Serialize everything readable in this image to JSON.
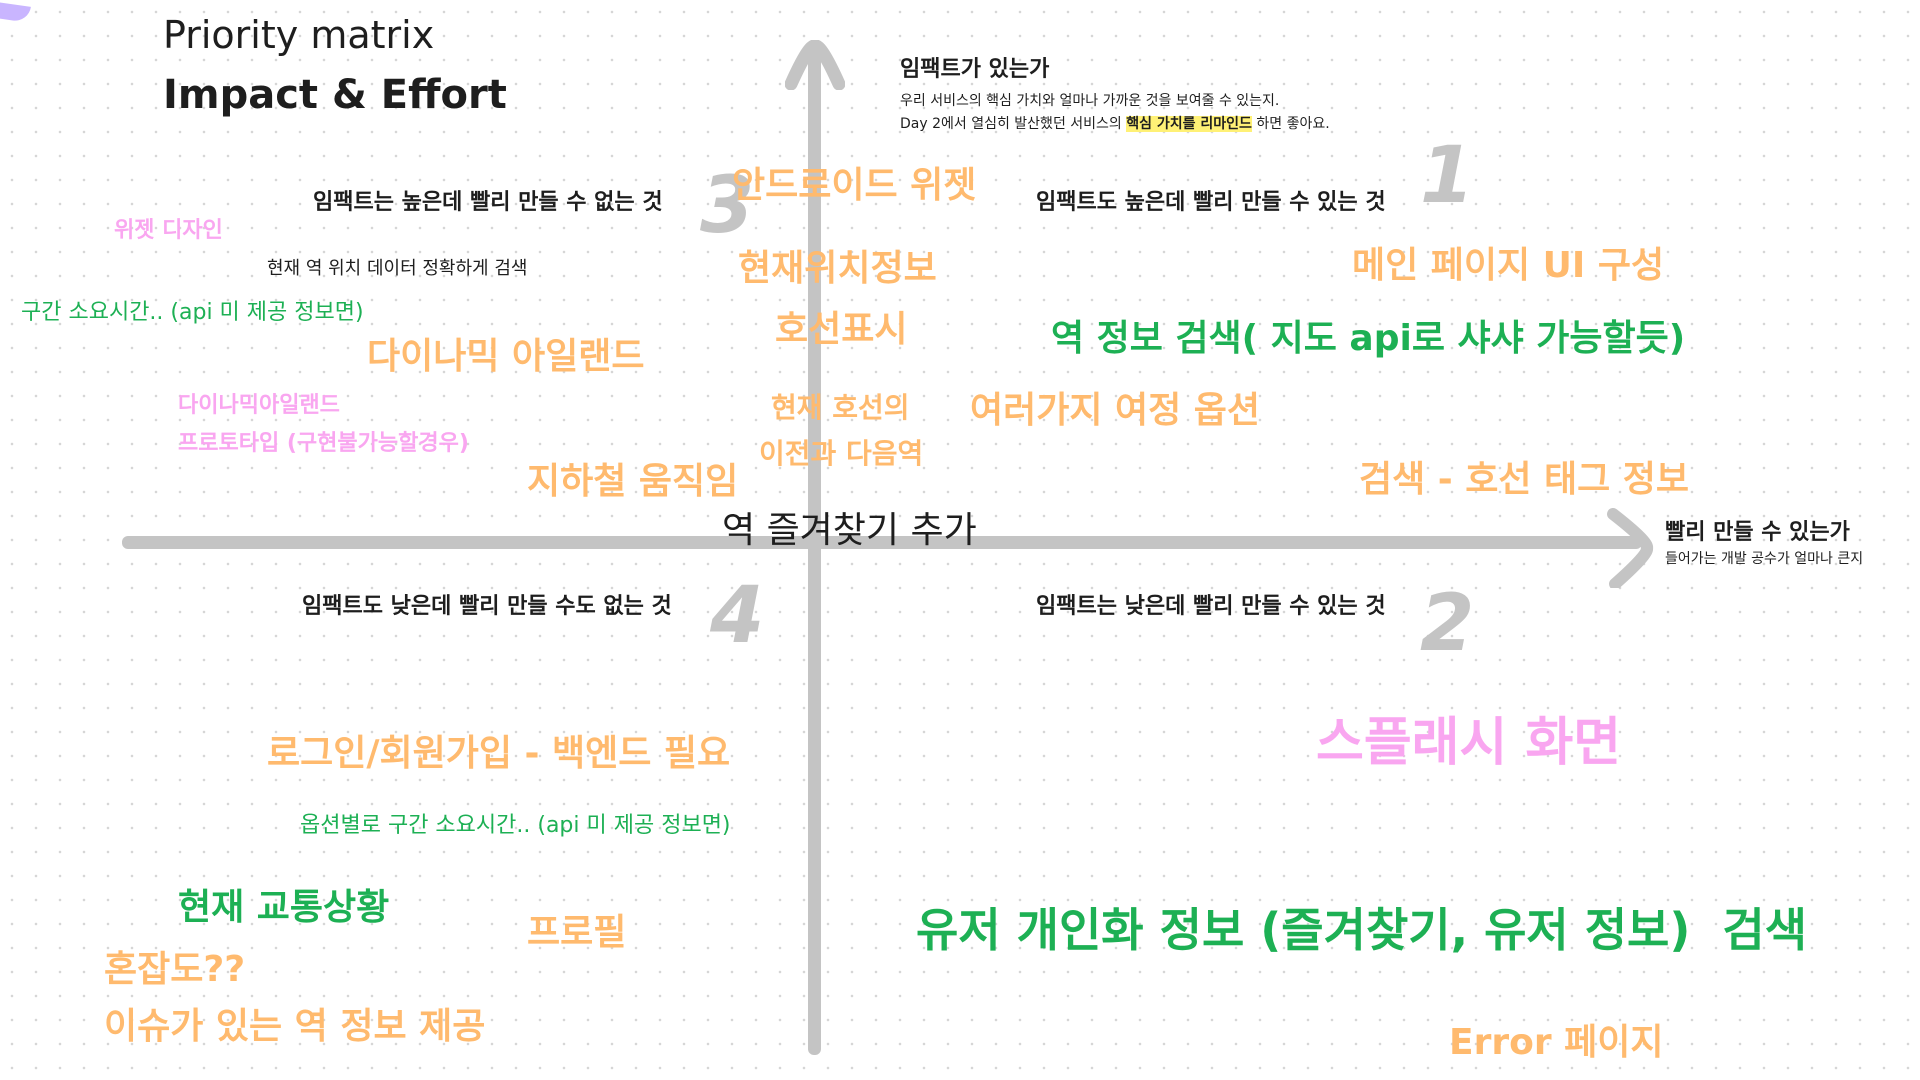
{
  "title": {
    "line1": "Priority matrix",
    "line2": "Impact & Effort"
  },
  "y_axis": {
    "title": "임팩트가 있는가",
    "desc1": "우리 서비스의 핵심 가치와 얼마나 가까운 것을 보여줄 수 있는지.",
    "desc2_pre": "Day 2에서 열심히 발산했던 서비스의 ",
    "desc2_highlight": "핵심 가치를 리마인드",
    "desc2_post": " 하면 좋아요."
  },
  "x_axis": {
    "title": "빨리 만들 수 있는가",
    "desc": "들어가는 개발 공수가 얼마나 큰지"
  },
  "quadrants": [
    {
      "number": "1",
      "label": "임팩트도 높은데 빨리 만들 수 있는 것"
    },
    {
      "number": "2",
      "label": "임팩트는 낮은데 빨리 만들 수 있는 것"
    },
    {
      "number": "3",
      "label": "임팩트는 높은데 빨리 만들 수 없는 것"
    },
    {
      "number": "4",
      "label": "임팩트도 낮은데 빨리 만들 수도 없는 것"
    }
  ],
  "colors": {
    "orange": "#FFBA6E",
    "green": "#1DB054",
    "pink": "#F9A6F0",
    "axis": "#C4C4C4",
    "highlight": "#FFF176"
  },
  "items": [
    {
      "text": "위젯 디자인",
      "color": "pink"
    },
    {
      "text": "현재 역 위치 데이터 정확하게 검색",
      "color": "black"
    },
    {
      "text": "구간 소요시간.. (api 미 제공 정보면)",
      "color": "green"
    },
    {
      "text": "다이나믹 아일랜드",
      "color": "orange"
    },
    {
      "text": "다이나믹아일랜드",
      "color": "pink"
    },
    {
      "text": "프로토타입 (구현불가능할경우)",
      "color": "pink"
    },
    {
      "text": "지하철 움직임",
      "color": "orange"
    },
    {
      "text": "안드로이드 위젯",
      "color": "orange"
    },
    {
      "text": "현재위치정보",
      "color": "orange"
    },
    {
      "text": "호선표시",
      "color": "orange"
    },
    {
      "text": "현재 호선의",
      "color": "orange"
    },
    {
      "text": "이전과 다음역",
      "color": "orange"
    },
    {
      "text": "여러가지 여정 옵션",
      "color": "orange"
    },
    {
      "text": "역 즐겨찾기 추가",
      "color": "black"
    },
    {
      "text": "메인 페이지 UI 구성",
      "color": "orange"
    },
    {
      "text": "역 정보 검색( 지도 api로 샤샤 가능할듯)",
      "color": "green"
    },
    {
      "text": "검색 - 호선 태그 정보",
      "color": "orange"
    },
    {
      "text": "로그인/회원가입 - 백엔드 필요",
      "color": "orange"
    },
    {
      "text": "옵션별로 구간 소요시간.. (api 미 제공 정보면)",
      "color": "green"
    },
    {
      "text": "현재 교통상황",
      "color": "green"
    },
    {
      "text": "프로필",
      "color": "orange"
    },
    {
      "text": "혼잡도??",
      "color": "orange"
    },
    {
      "text": "이슈가 있는 역 정보 제공",
      "color": "orange"
    },
    {
      "text": "스플래시 화면",
      "color": "pink"
    },
    {
      "text": "유저 개인화 정보 (즐겨찾기, 유저 정보)  검색",
      "color": "green"
    },
    {
      "text": "Error 페이지",
      "color": "orange"
    }
  ]
}
